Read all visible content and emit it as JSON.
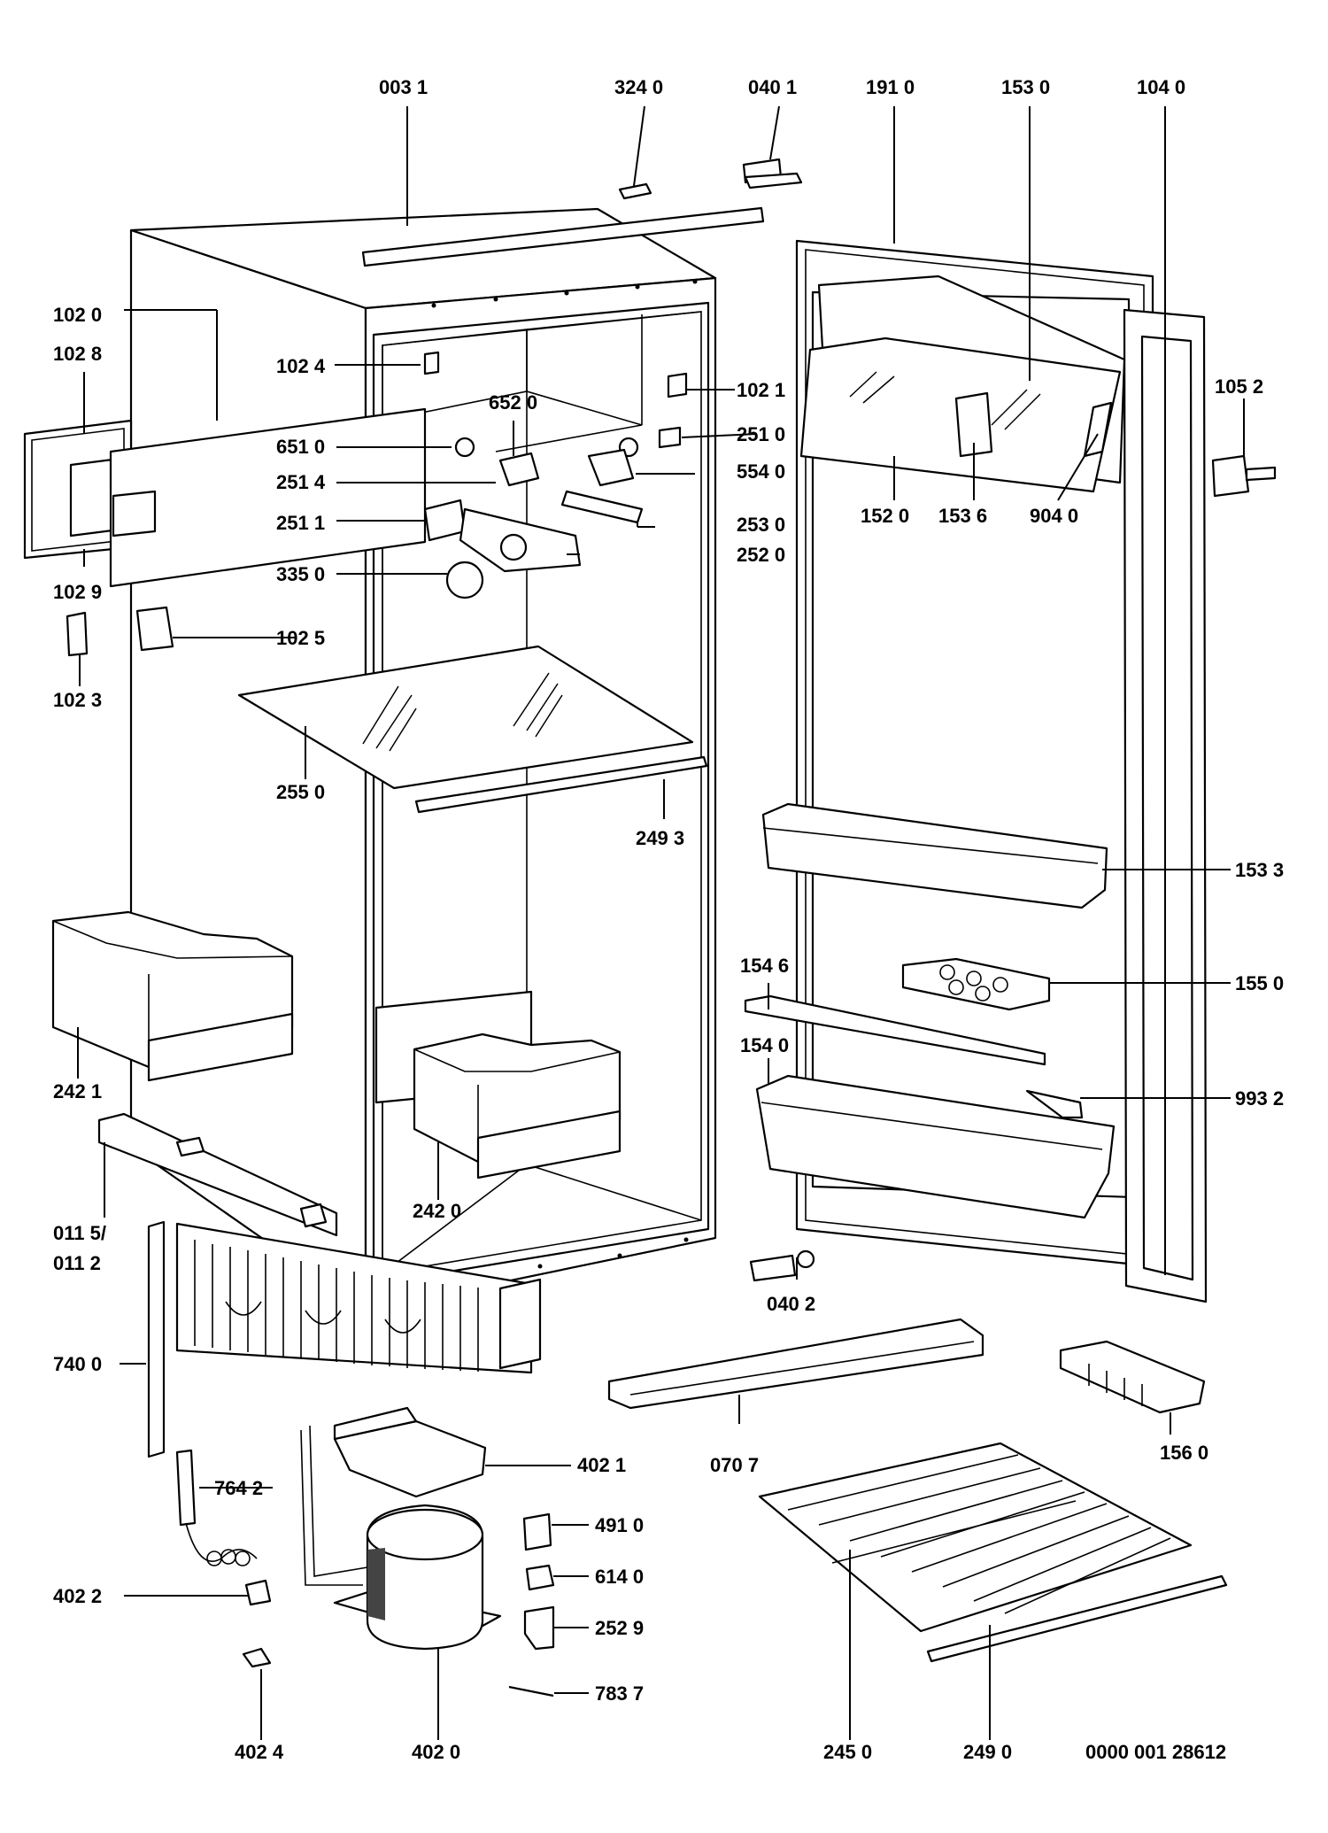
{
  "labels": {
    "p0031": "003 1",
    "p3240": "324 0",
    "p0401": "040 1",
    "p1910": "191 0",
    "p1530": "153 0",
    "p1040": "104 0",
    "p1020": "102 0",
    "p1028": "102 8",
    "p1024": "102 4",
    "p1021": "102 1",
    "p1052": "105 2",
    "p6520": "652 0",
    "p6510": "651 0",
    "p2510": "251 0",
    "p2514": "251 4",
    "p5540": "554 0",
    "p2511": "251 1",
    "p2530": "253 0",
    "p2520": "252 0",
    "p1520": "152 0",
    "p1536": "153 6",
    "p9040": "904 0",
    "p3350": "335 0",
    "p1029": "102 9",
    "p1025": "102 5",
    "p1023": "102 3",
    "p2550": "255 0",
    "p2493": "249 3",
    "p1533": "153 3",
    "p1546": "154 6",
    "p1550": "155 0",
    "p1540": "154 0",
    "p2421": "242 1",
    "p9932": "993 2",
    "p2420": "242 0",
    "p0115": "011 5/",
    "p0112": "011 2",
    "p0402": "040 2",
    "p7400": "740 0",
    "p1560": "156 0",
    "p0707": "070 7",
    "p4021": "402 1",
    "p7642": "764 2",
    "p4910": "491 0",
    "p6140": "614 0",
    "p4022": "402 2",
    "p2529": "252 9",
    "p7837": "783 7",
    "p4024": "402 4",
    "p4020": "402 0",
    "p2450": "245 0",
    "p2490": "249 0"
  },
  "document_id": "0000 001 28612"
}
